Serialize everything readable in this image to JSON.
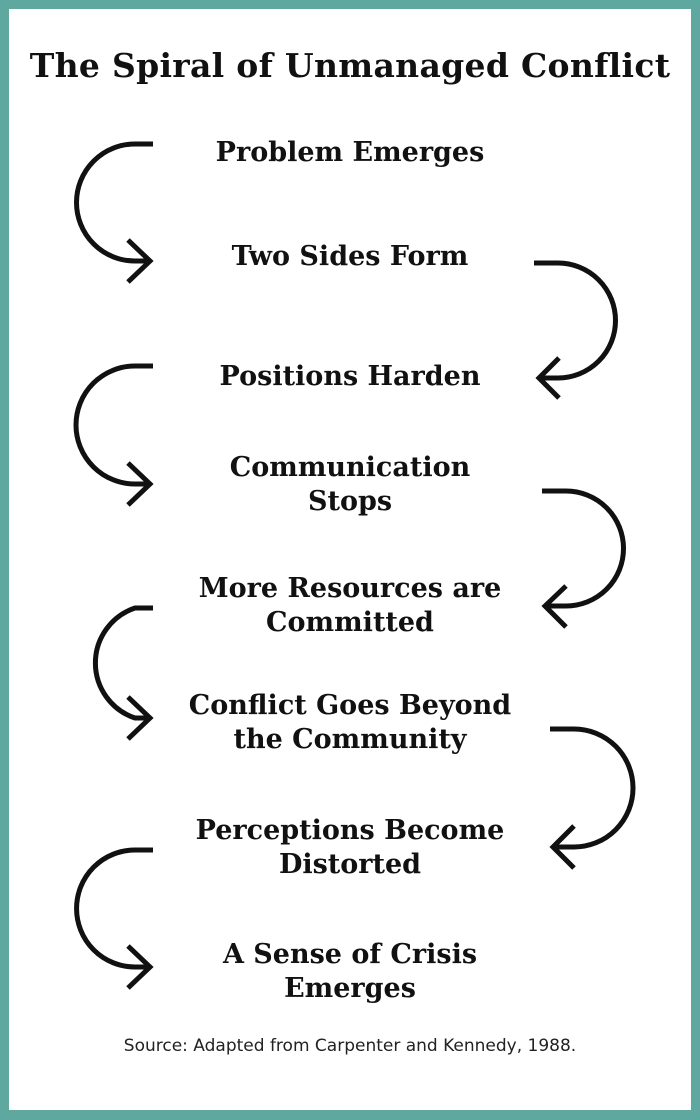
{
  "diagram": {
    "title": "The Spiral of Unmanaged Conflict",
    "steps": [
      {
        "label": "Problem Emerges"
      },
      {
        "label": "Two Sides Form"
      },
      {
        "label": "Positions Harden"
      },
      {
        "label": "Communication\nStops"
      },
      {
        "label": "More Resources are\nCommitted"
      },
      {
        "label": "Conflict Goes Beyond\nthe Community"
      },
      {
        "label": "Perceptions Become\nDistorted"
      },
      {
        "label": "A Sense of Crisis\nEmerges"
      }
    ],
    "source": "Source: Adapted from Carpenter and Kennedy, 1988.",
    "colors": {
      "border": "#5fa8a0",
      "background": "#ffffff",
      "text": "#111111"
    },
    "arrow_icons": [
      "curved-arrow-left-to-right",
      "curved-arrow-right-to-left",
      "curved-arrow-left-to-right",
      "curved-arrow-right-to-left",
      "curved-arrow-left-to-right",
      "curved-arrow-right-to-left",
      "curved-arrow-left-to-right"
    ]
  }
}
